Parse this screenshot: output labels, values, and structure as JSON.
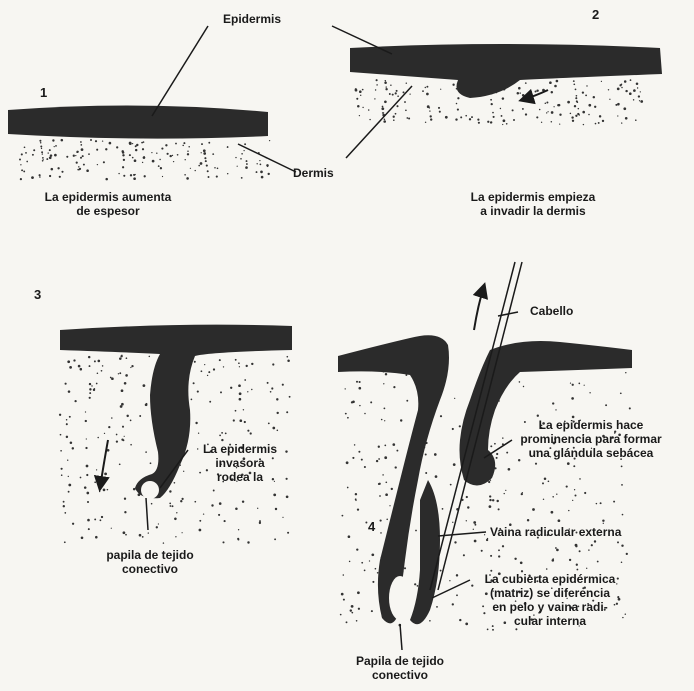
{
  "colors": {
    "tissue": "#2b2b2b",
    "paper": "#f7f6f2",
    "ink": "#1a1a1a"
  },
  "labels": {
    "epidermis": "Epidermis",
    "dermis": "Dermis",
    "n1": "1",
    "n2": "2",
    "n3": "3",
    "n4": "4",
    "cap1_l1": "La epidermis aumenta",
    "cap1_l2": "de espesor",
    "cap2_l1": "La epidermis empieza",
    "cap2_l2": "a invadir la dermis",
    "cabello": "Cabello",
    "gland_l1": "La epidermis hace",
    "gland_l2": "prominencia para formar",
    "gland_l3": "una glándula sebácea",
    "invasora_l1": "La epidermis",
    "invasora_l2": "invasora",
    "invasora_l3": "rodea la",
    "papila3_l1": "papila de tejido",
    "papila3_l2": "conectivo",
    "vaina": "Vaina radicular externa",
    "matriz_l1": "La cubierta epidérmica",
    "matriz_l2": "(matriz) se diferencia",
    "matriz_l3": "en pelo y vaina radi-",
    "matriz_l4": "cular interna",
    "papila4_l1": "Papila de tejido",
    "papila4_l2": "conectivo"
  }
}
